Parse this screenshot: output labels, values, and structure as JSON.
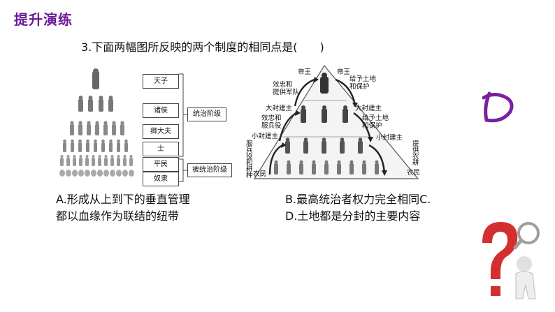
{
  "header": {
    "title": "提升演练"
  },
  "question": {
    "text": "3.下面两幅图所反映的两个制度的相同点是(　　)"
  },
  "figure_left": {
    "ranks": [
      "天子",
      "诸侯",
      "卿大夫",
      "士",
      "平民",
      "奴隶"
    ],
    "ruling_label": "统治阶级",
    "ruled_label": "被统治阶级"
  },
  "figure_right": {
    "king_left": "帝王",
    "king_right": "帝王",
    "left_top": "效忠和\n提供军队",
    "right_top": "给予土地\n和保护",
    "big_lord_left": "大封建主",
    "big_lord_right": "大封建主",
    "left_mid": "效忠和\n服兵役",
    "right_mid": "给予土地\n和保护",
    "small_lord_left": "小封建主",
    "small_lord_right": "小封建主",
    "left_bottom": "服\n兵\n役\n和\n耕\n种",
    "right_bottom": "提\n供\n农\n耕",
    "peasant_left": "农民",
    "peasant_right": "农民"
  },
  "options": {
    "a": "A.形成从上到下的垂直管理",
    "b": "B.最高统治者权力完全相同C.",
    "c_cont": "都以血缘作为联结的纽带",
    "d": "D.土地都是分封的主要内容"
  },
  "colors": {
    "title": "#6a1b9a",
    "accent": "#7b1fa2",
    "question_mark": "#d32f2f"
  },
  "icons": {
    "letter_d": "handwritten-d-icon",
    "thinker": "question-mark-thinker-icon"
  }
}
